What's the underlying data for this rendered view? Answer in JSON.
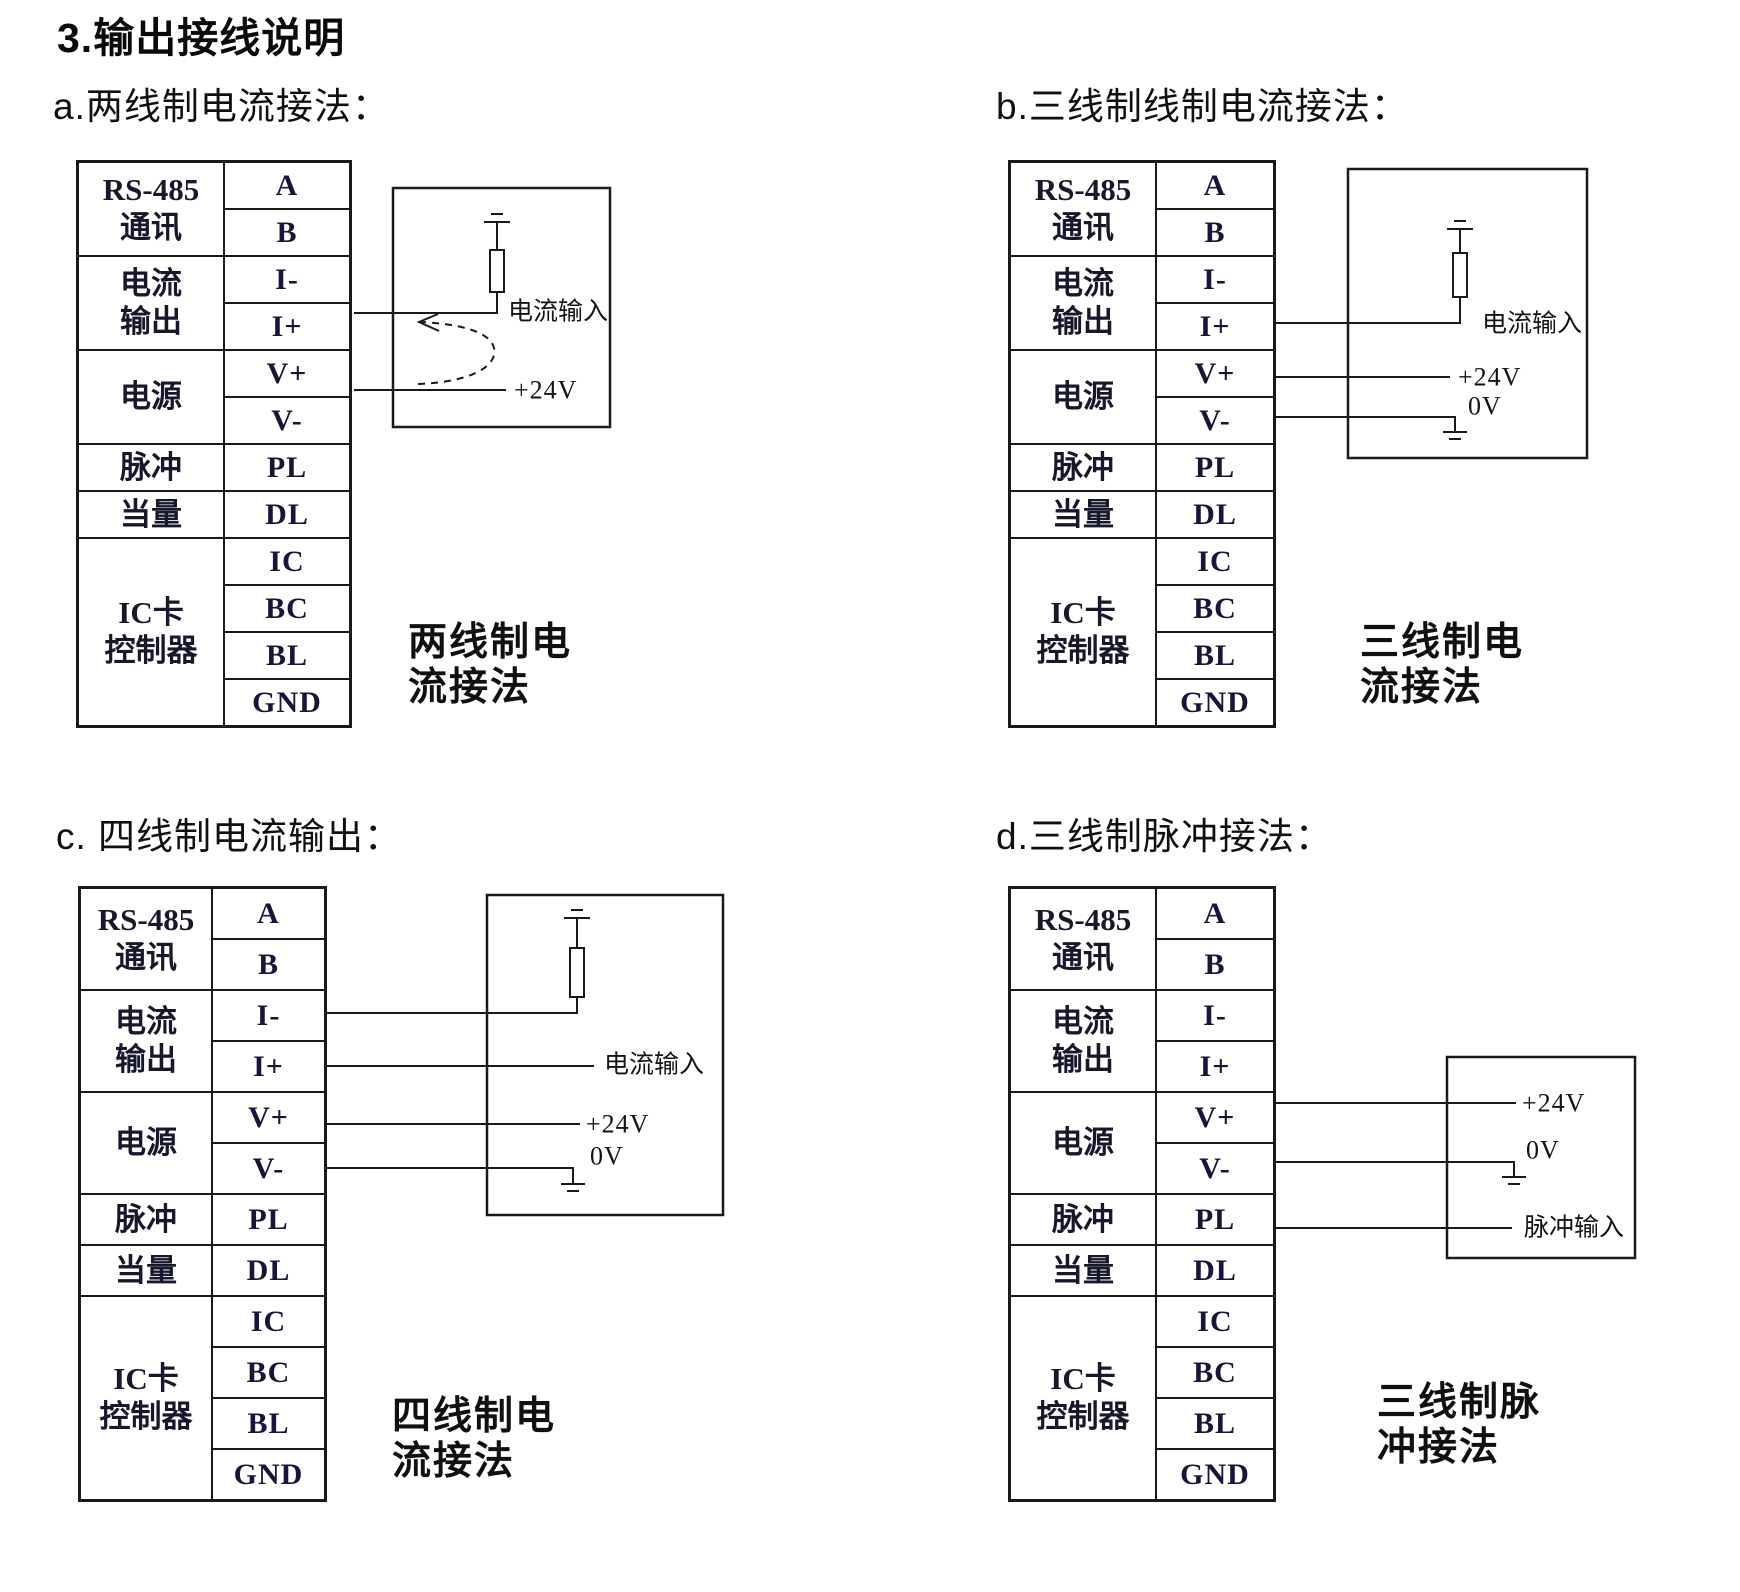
{
  "title": "3.输出接线说明",
  "terminal_table": {
    "groups": [
      {
        "label": "RS-485\n通讯",
        "rows": 2
      },
      {
        "label": "电流\n输出",
        "rows": 2
      },
      {
        "label": "电源",
        "rows": 2
      },
      {
        "label": "脉冲",
        "rows": 1
      },
      {
        "label": "当量",
        "rows": 1
      },
      {
        "label": "IC卡\n控制器",
        "rows": 4
      }
    ],
    "terminals": [
      "A",
      "B",
      "I-",
      "I+",
      "V+",
      "V-",
      "PL",
      "DL",
      "IC",
      "BC",
      "BL",
      "GND"
    ]
  },
  "panels": {
    "a": {
      "heading": "a.两线制电流接法：",
      "caption": "两线制电\n流接法",
      "labels": {
        "current_input": "电流输入",
        "plus_24v": "+24V"
      }
    },
    "b": {
      "heading": "b.三线制线制电流接法：",
      "caption": "三线制电\n流接法",
      "labels": {
        "current_input": "电流输入",
        "plus_24v": "+24V",
        "zero_v": "0V"
      }
    },
    "c": {
      "heading": "c. 四线制电流输出：",
      "caption": "四线制电\n流接法",
      "labels": {
        "current_input": "电流输入",
        "plus_24v": "+24V",
        "zero_v": "0V"
      }
    },
    "d": {
      "heading": "d.三线制脉冲接法：",
      "caption": "三线制脉\n冲接法",
      "labels": {
        "plus_24v": "+24V",
        "zero_v": "0V",
        "pulse_input": "脉冲输入"
      }
    }
  },
  "colors": {
    "line": "#1a1a1a",
    "text": "#121212",
    "terminal_text": "#16163a",
    "background": "#ffffff"
  }
}
